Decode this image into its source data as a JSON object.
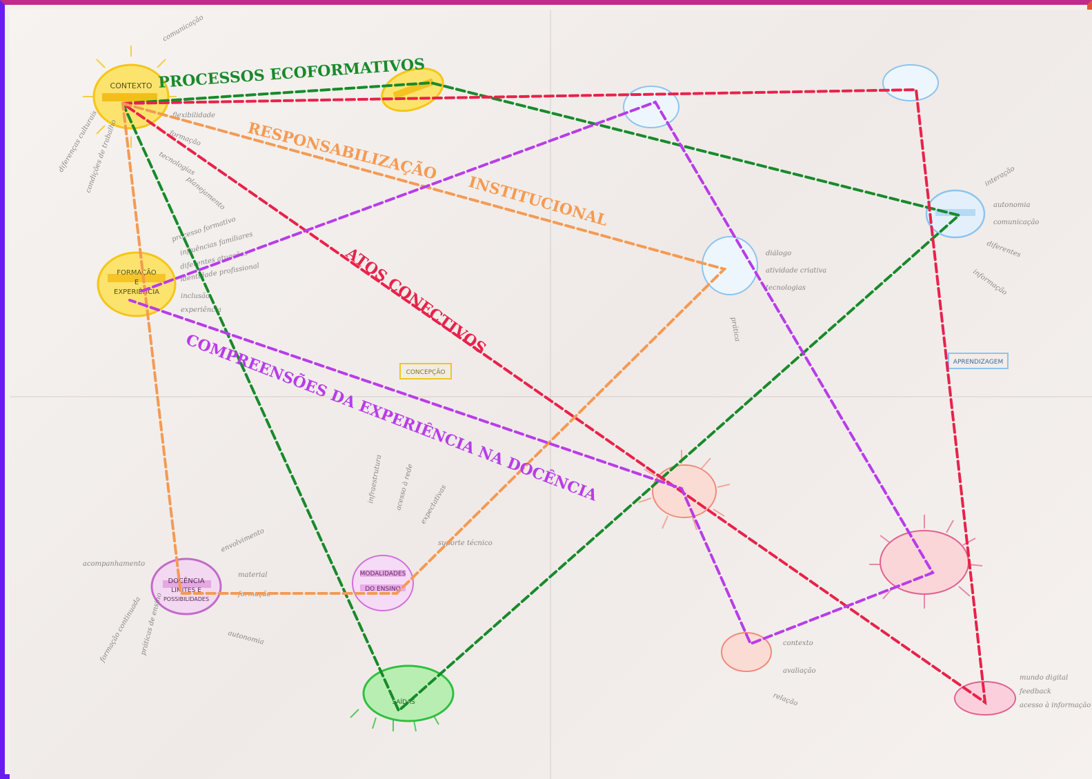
{
  "colors": {
    "frame_left": "#6a1cf0",
    "frame_right": "#e05a3a",
    "yellow": "#f5c518",
    "blue": "#8cc4ee",
    "pink": "#e06090",
    "magenta": "#d070d8",
    "green": "#2fbf40",
    "peach": "#f08a7a",
    "line_green": "#178a2a",
    "line_red": "#e8224a",
    "line_orange": "#f59a52",
    "line_purple": "#b83ce8"
  },
  "connections": {
    "green": "PROCESSOS ECOFORMATIVOS",
    "orange_1": "RESPONSABILIZAÇÃO",
    "orange_2": "INSTITUCIONAL",
    "red": "ATOS CONECTIVOS",
    "purple": "COMPREENSÕES DA EXPERIÊNCIA NA DOCÊNCIA"
  },
  "nodes": {
    "contexto": "CONTEXTO",
    "formacao": [
      "FORMAÇÃO",
      "E",
      "EXPERIÊNCIA"
    ],
    "docencia": [
      "DOCÊNCIA",
      "LIMITES E",
      "POSSIBILIDADES"
    ],
    "modalidades": [
      "MODALIDADES",
      "DO ENSINO"
    ],
    "desafios": "SAÍDAS"
  },
  "tags": {
    "concepcao": "CONCEPÇÃO",
    "aprendizagem": "APRENDIZAGEM"
  },
  "handwriting": {
    "contexto": [
      "flexibilidade",
      "formação",
      "tecnologias",
      "diferenças culturais",
      "condições de trabalho",
      "comunicação",
      "planejamento"
    ],
    "formacao": [
      "processo formativo",
      "influências familiares",
      "diferentes atuações",
      "identidade profissional",
      "inclusão",
      "experiência"
    ],
    "docencia": [
      "material",
      "formação",
      "envolvimento",
      "autonomia",
      "práticas de ensino",
      "formação continuada",
      "acompanhamento"
    ],
    "center_blue": [
      "diálogo",
      "atividade criativa",
      "tecnologias",
      "prática"
    ],
    "right_blue": [
      "interação",
      "autonomia",
      "comunicação",
      "diferentes",
      "informação"
    ],
    "bottom_right": [
      "mundo digital",
      "feedback",
      "acesso à informação"
    ],
    "modalidades": [
      "infraestrutura",
      "acesso à rede",
      "expectativas",
      "suporte técnico"
    ],
    "pink_small": [
      "contexto",
      "avaliação",
      "relação"
    ]
  }
}
